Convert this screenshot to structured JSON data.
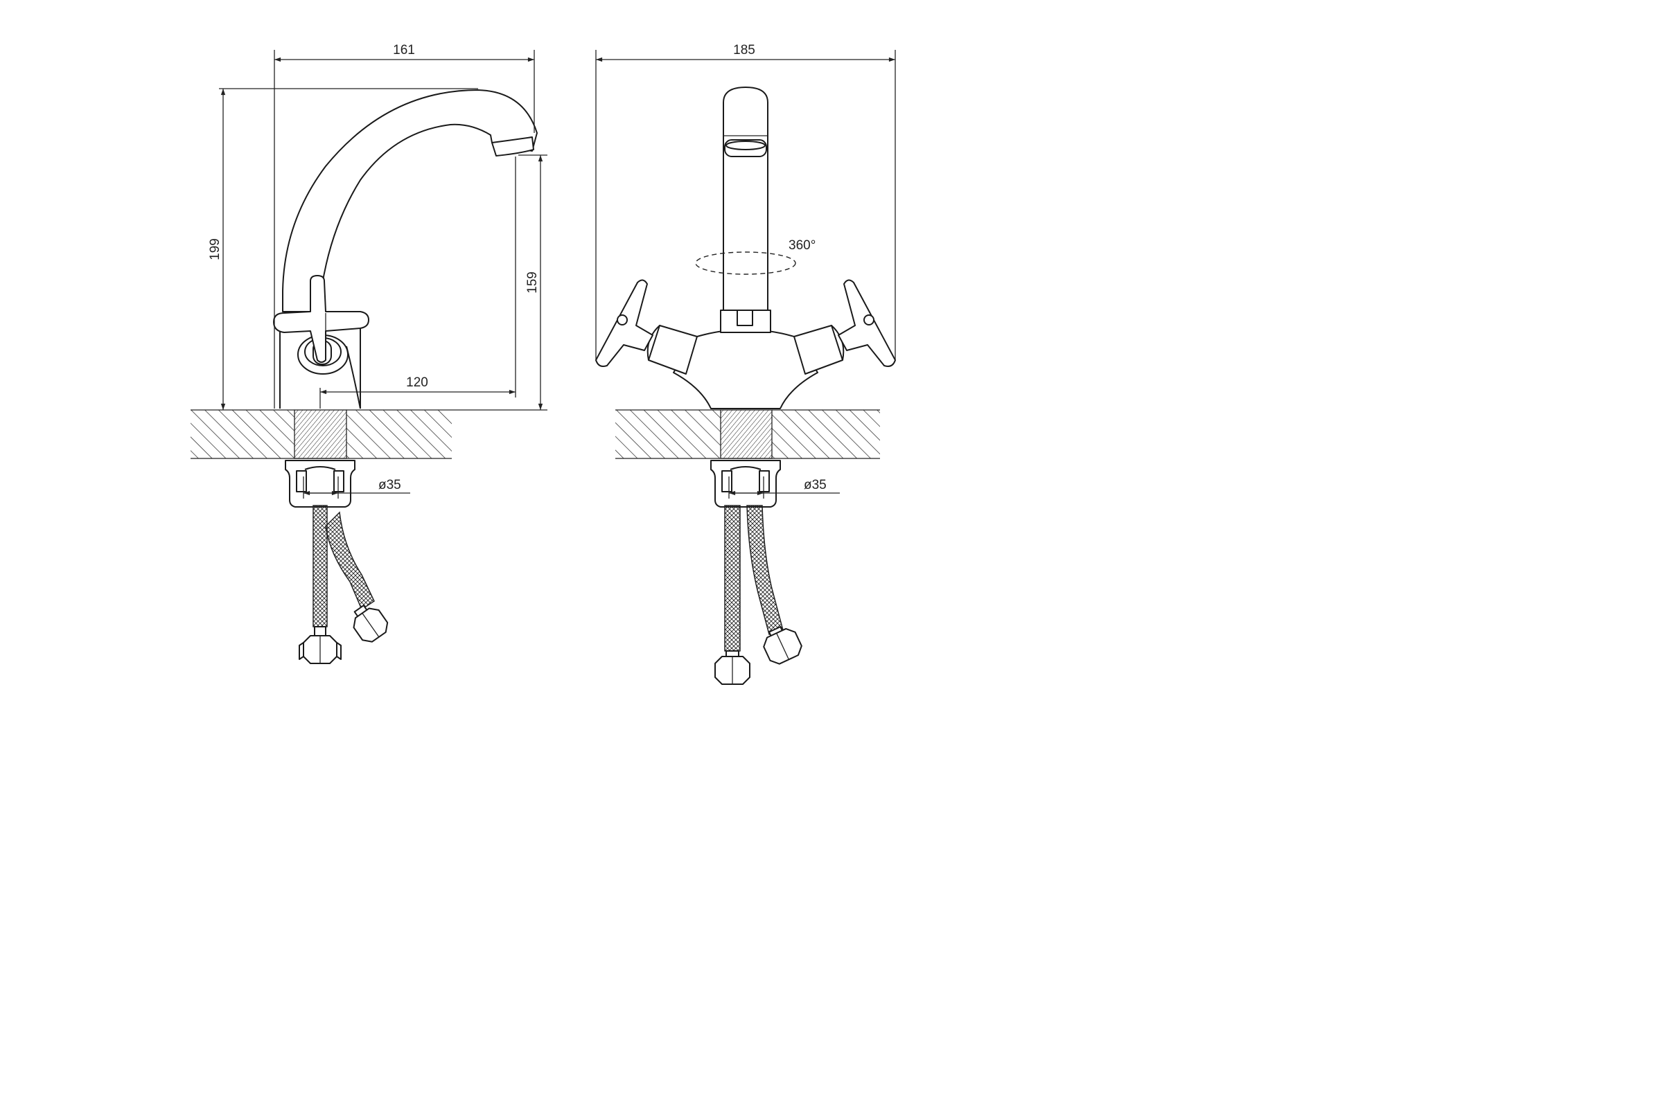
{
  "side_view": {
    "width_label": "161",
    "height_label": "199",
    "spout_height_label": "159",
    "reach_label": "120",
    "hole_diameter_label": "ø35"
  },
  "front_view": {
    "width_label": "185",
    "rotation_label": "360°",
    "hole_diameter_label": "ø35"
  }
}
